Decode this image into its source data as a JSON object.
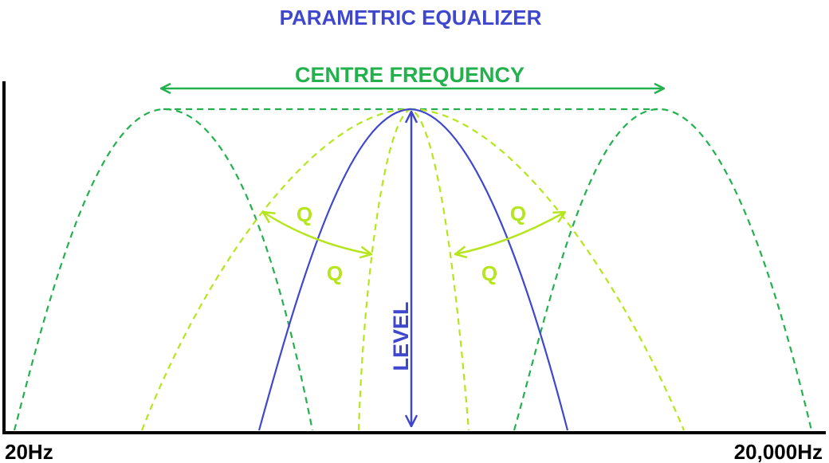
{
  "title": "PARAMETRIC EQUALIZER",
  "centre_label": "CENTRE FREQUENCY",
  "level_label": "LEVEL",
  "q_labels": [
    "Q",
    "Q",
    "Q",
    "Q"
  ],
  "axis": {
    "min_label": "20Hz",
    "max_label": "20,000Hz"
  },
  "colors": {
    "title": "#3f48cc",
    "level": "#3f48cc",
    "frequency": "#22b14c",
    "q": "#b5e61d",
    "axis": "#000000"
  }
}
